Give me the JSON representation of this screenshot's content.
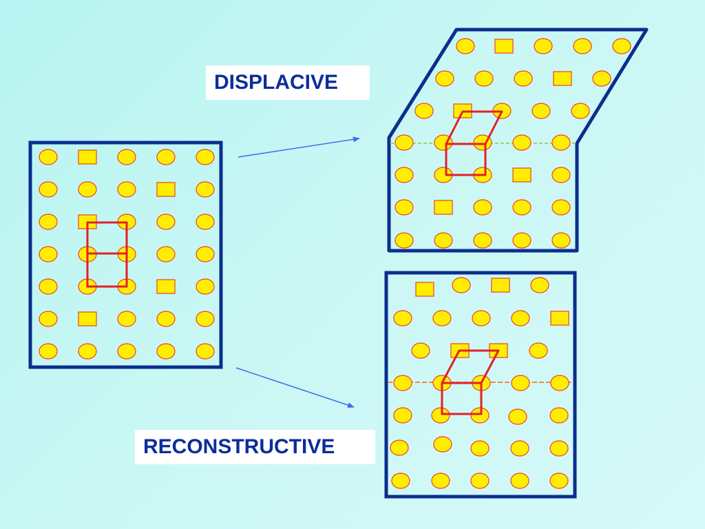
{
  "labels": {
    "displacive": "DISPLACIVE",
    "reconstructive": "RECONSTRUCTIVE"
  },
  "colors": {
    "background": "#c4f6f3",
    "frame": "#0b2e8f",
    "atom_fill": "#ffee00",
    "atom_stroke": "#f04020",
    "unit_cell": "#e0202a",
    "arrow": "#3a6ee8",
    "shear_plane_displacive": "#9fd070",
    "shear_plane_reconstructive": "#f08a40"
  },
  "icons": {
    "circle_atom": "yellow-ellipse-atom",
    "square_atom": "yellow-square-atom"
  }
}
